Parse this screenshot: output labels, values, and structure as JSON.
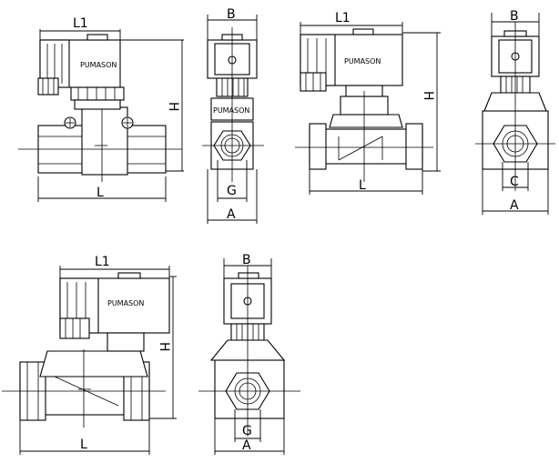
{
  "brand": "PUMASON",
  "dimension_labels": {
    "length": "L",
    "coil_length": "L1",
    "height": "H",
    "width": "A",
    "coil_width": "B",
    "port_thread": "G",
    "port_thread_alt": "C"
  }
}
